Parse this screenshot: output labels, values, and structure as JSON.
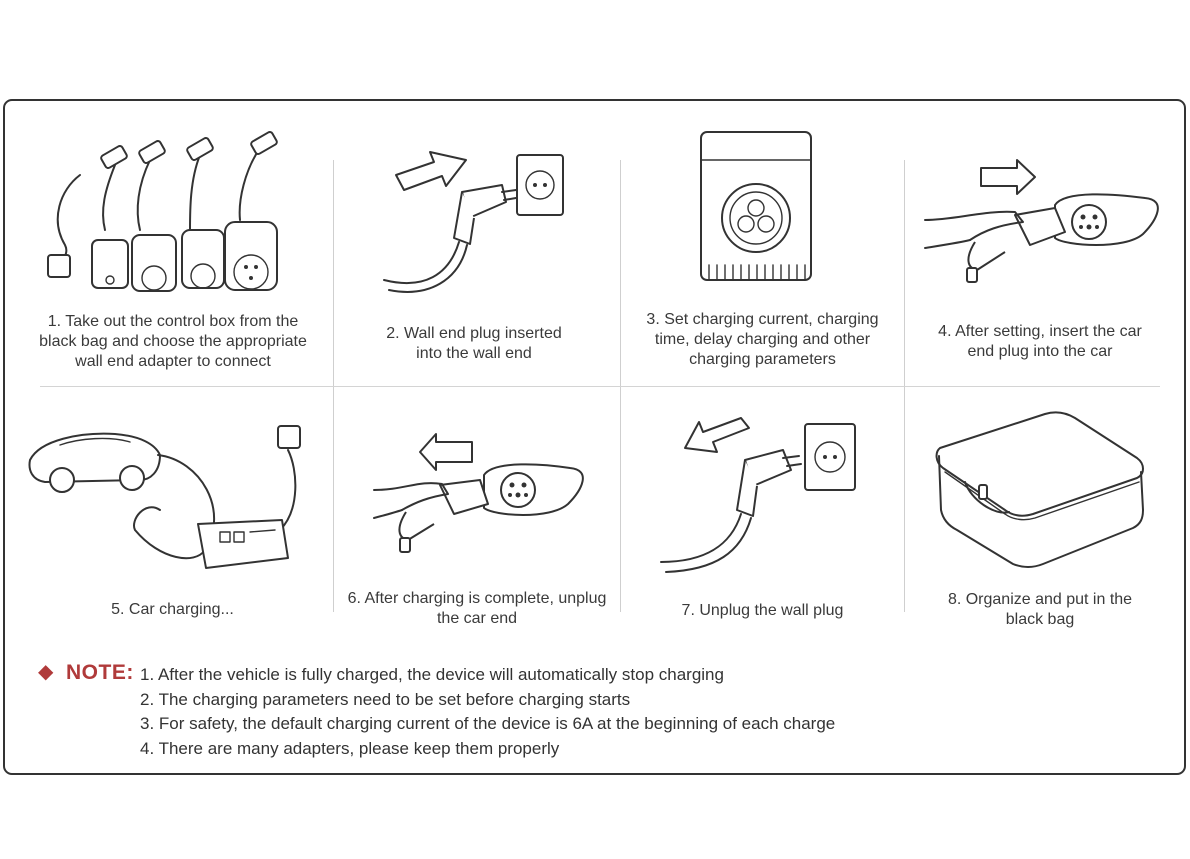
{
  "steps": [
    {
      "caption": "1. Take out the control box from the black bag and choose the appropriate wall end adapter to connect",
      "illustration": "adapter-cables-icon"
    },
    {
      "caption": "2. Wall end plug inserted into the wall end",
      "illustration": "wall-plug-insert-icon"
    },
    {
      "caption": "3. Set charging current, charging time, delay charging and other charging parameters",
      "illustration": "control-box-icon"
    },
    {
      "caption": "4. After setting, insert the car end plug into the car",
      "illustration": "car-plug-insert-icon"
    },
    {
      "caption": "5. Car charging...",
      "illustration": "car-charging-icon"
    },
    {
      "caption": "6. After charging is complete, unplug the car end",
      "illustration": "car-plug-remove-icon"
    },
    {
      "caption": "7. Unplug the wall plug",
      "illustration": "wall-plug-remove-icon"
    },
    {
      "caption": "8. Organize and put in the black bag",
      "illustration": "storage-bag-icon"
    }
  ],
  "note": {
    "label": "NOTE:",
    "items": [
      "1. After the vehicle is fully charged, the device will automatically stop charging",
      "2. The charging parameters need to be set before charging starts",
      "3. For safety, the default charging current of the device is 6A at the beginning of each charge",
      "4. There are many adapters, please keep them properly"
    ]
  },
  "colors": {
    "accent": "#b03a3a",
    "text": "#333333",
    "border": "#333333"
  }
}
